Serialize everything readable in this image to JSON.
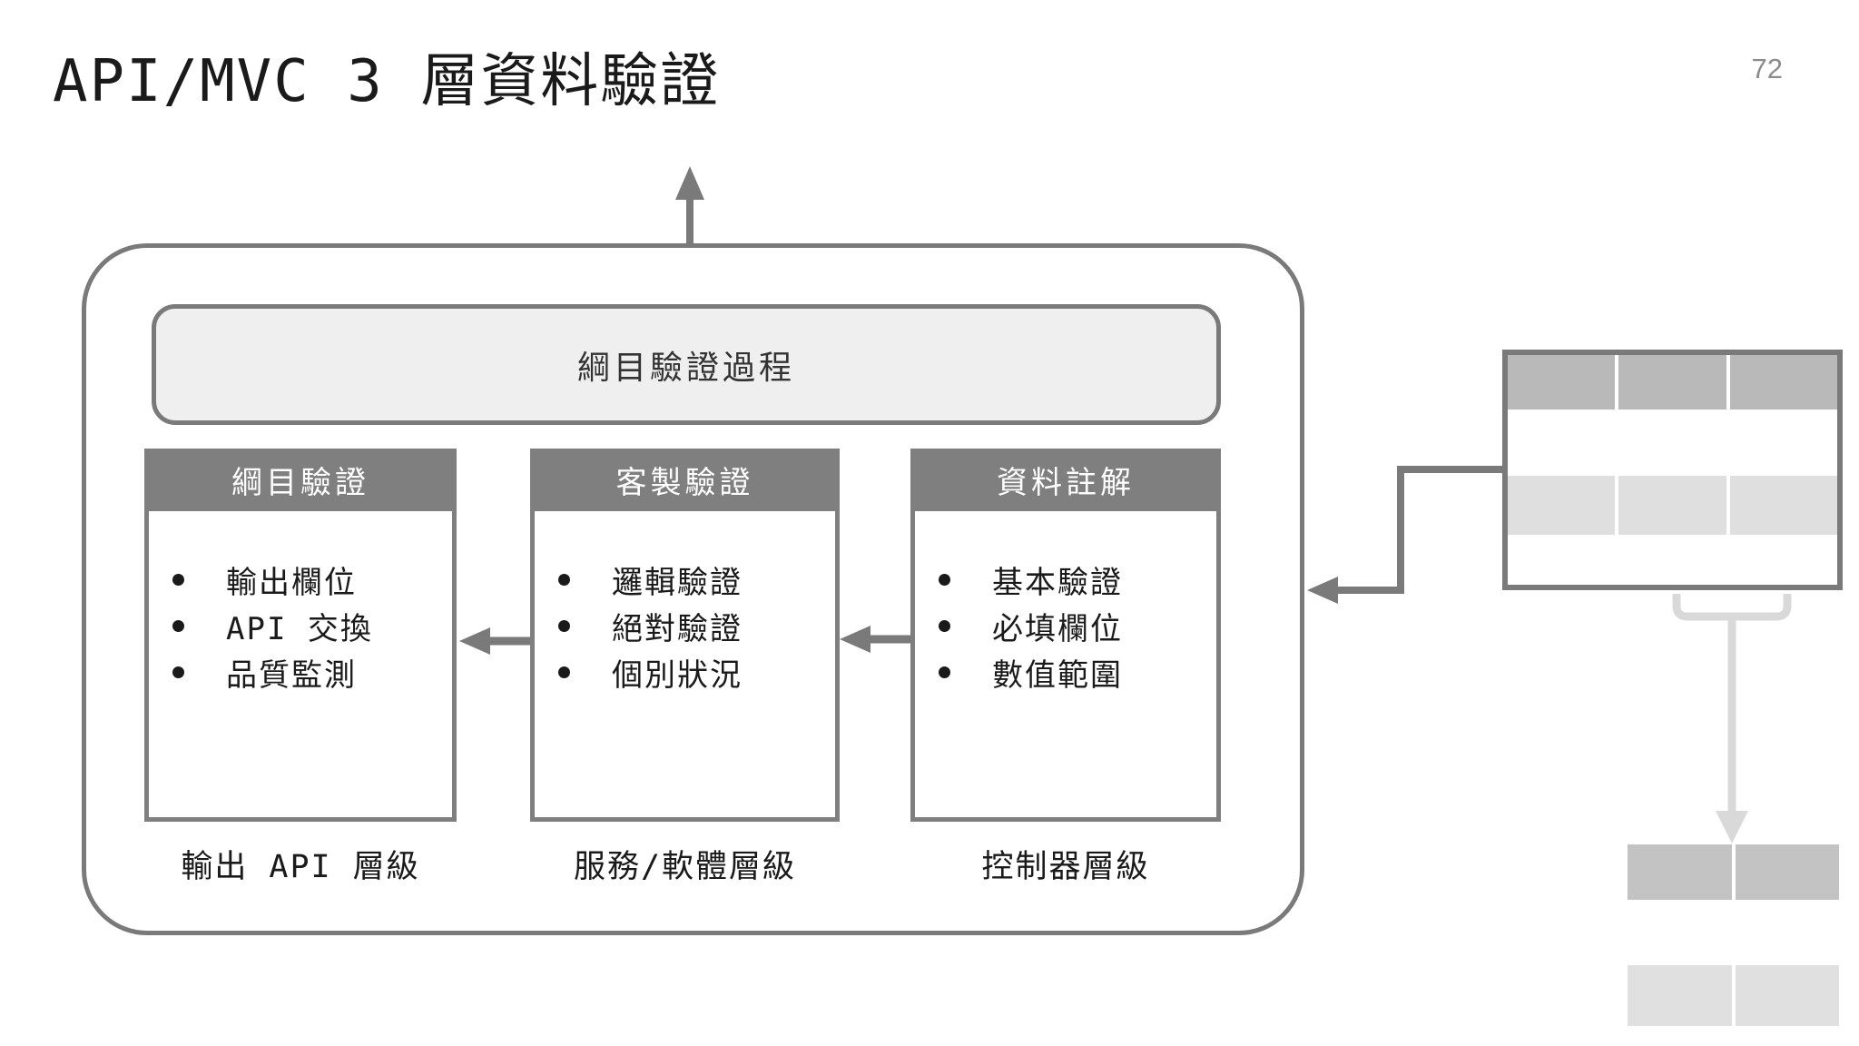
{
  "title": "API/MVC 3 層資料驗證",
  "page_number": "72",
  "diagram": {
    "process_header": "綱目驗證過程",
    "boxes": [
      {
        "header": "綱目驗證",
        "bullets": [
          "輸出欄位",
          "API 交換",
          "品質監測"
        ],
        "layer_label": "輸出 API 層級"
      },
      {
        "header": "客製驗證",
        "bullets": [
          "邏輯驗證",
          "絕對驗證",
          "個別狀況"
        ],
        "layer_label": "服務/軟體層級"
      },
      {
        "header": "資料註解",
        "bullets": [
          "基本驗證",
          "必填欄位",
          "數值範圍"
        ],
        "layer_label": "控制器層級"
      }
    ],
    "flow_direction": "right-to-left",
    "icons": [
      "up-arrow-icon",
      "left-arrow-icon",
      "elbow-arrow-icon",
      "table-graphic",
      "underbrace-icon",
      "down-arrow-icon"
    ]
  },
  "colors": {
    "stroke_gray": "#7a7a7a",
    "box_header_fill": "#7f7f7f",
    "process_header_fill": "#efefef",
    "table_header_row": "#b9b9b9",
    "table_alt_row": "#dfdfdf",
    "bar_medium": "#c3c3c3",
    "bar_light": "#e0e0e0",
    "connector_light": "#d9d9d9",
    "page_number_gray": "#8a8a8a",
    "text_dark": "#1a1a1a"
  }
}
